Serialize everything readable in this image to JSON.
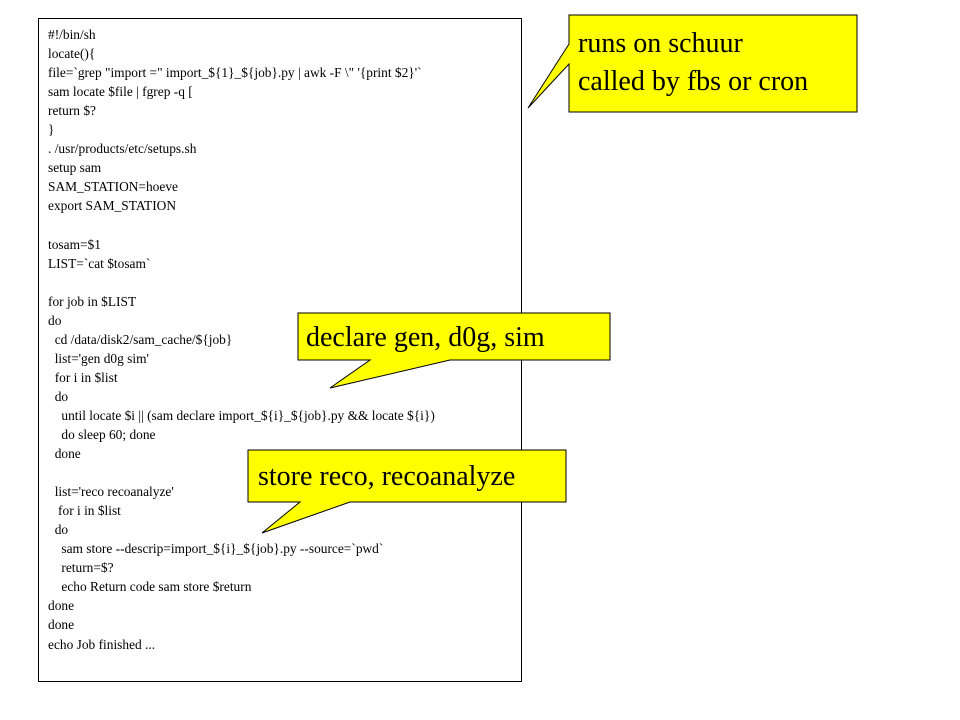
{
  "script": {
    "lines": [
      "#!/bin/sh",
      "locate(){",
      "file=`grep \"import =\" import_${1}_${job}.py | awk -F \\\" '{print $2}'`",
      "sam locate $file | fgrep -q [",
      "return $?",
      "}",
      ". /usr/products/etc/setups.sh",
      "setup sam",
      "SAM_STATION=hoeve",
      "export SAM_STATION",
      "",
      "tosam=$1",
      "LIST=`cat $tosam`",
      "",
      "for job in $LIST",
      "do",
      "  cd /data/disk2/sam_cache/${job}",
      "  list='gen d0g sim'",
      "  for i in $list",
      "  do",
      "    until locate $i || (sam declare import_${i}_${job}.py && locate ${i})",
      "    do sleep 60; done",
      "  done",
      "",
      "  list='reco recoanalyze'",
      "   for i in $list",
      "  do",
      "    sam store --descrip=import_${i}_${job}.py --source=`pwd`",
      "    return=$?",
      "    echo Return code sam store $return",
      "done",
      "done",
      "echo Job finished ..."
    ]
  },
  "callouts": {
    "runs": {
      "line1": "runs on schuur",
      "line2": "called by fbs or cron"
    },
    "declare": {
      "text": "declare gen, d0g, sim"
    },
    "store": {
      "text": "store reco, recoanalyze"
    }
  },
  "colors": {
    "callout_fill": "#ffff00",
    "callout_stroke": "#000000",
    "text": "#000000",
    "background": "#ffffff"
  }
}
